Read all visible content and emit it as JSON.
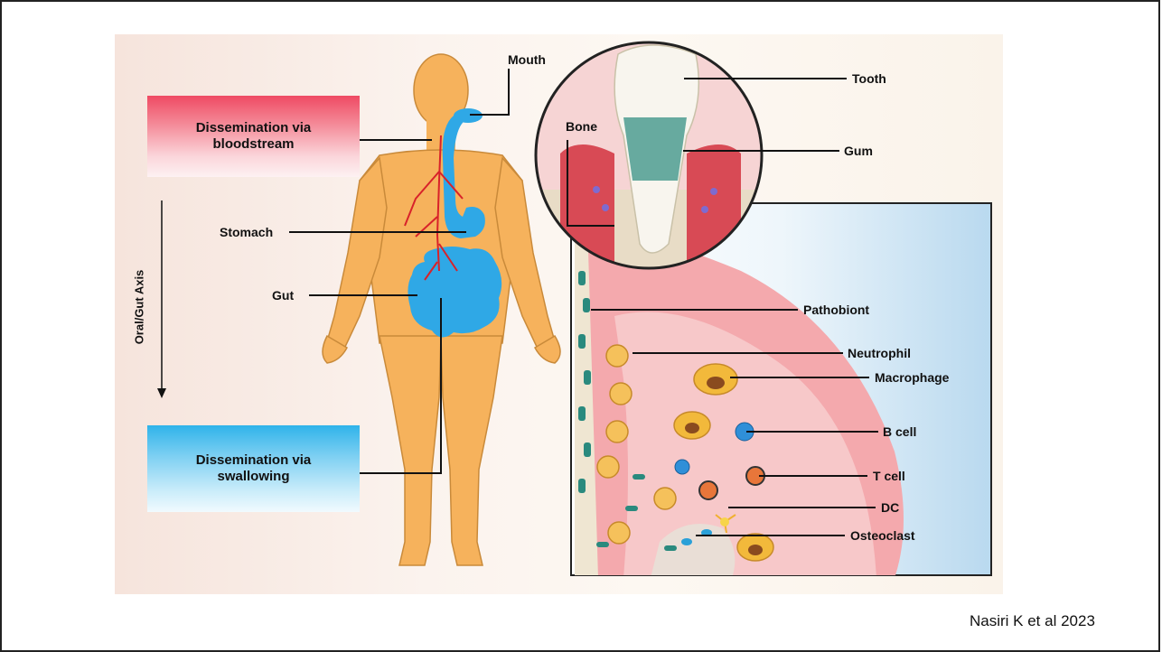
{
  "boxes": {
    "bloodstream": "Dissemination via bloodstream",
    "swallowing": "Dissemination via swallowing"
  },
  "axis_label": "Oral/Gut Axis",
  "body_labels": {
    "mouth": "Mouth",
    "stomach": "Stomach",
    "gut": "Gut"
  },
  "tooth_labels": {
    "tooth": "Tooth",
    "bone": "Bone",
    "gum": "Gum"
  },
  "cell_labels": {
    "pathobiont": "Pathobiont",
    "neutrophil": "Neutrophil",
    "macrophage": "Macrophage",
    "b_cell": "B cell",
    "t_cell": "T cell",
    "dc": "DC",
    "osteoclast": "Osteoclast"
  },
  "citation": "Nasiri K et al 2023",
  "colors": {
    "skin": "#f6b25c",
    "skin_outline": "#c98a3a",
    "gi_tract": "#2fa8e6",
    "blood_vessel": "#d8222a",
    "gum": "#f08a8f",
    "bloodstream_box": "#ef4a63",
    "swallowing_box": "#2fb3ea"
  }
}
